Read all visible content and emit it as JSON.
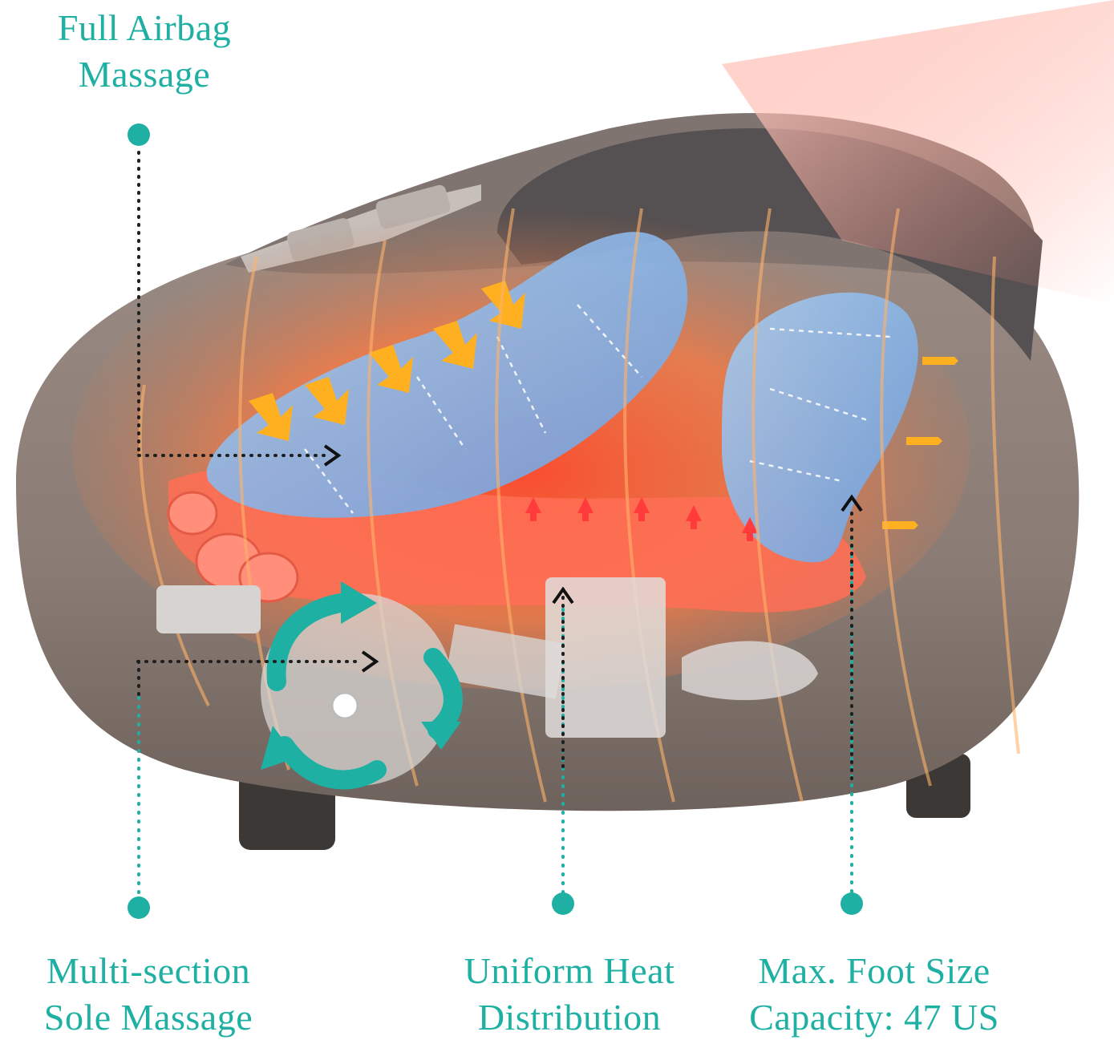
{
  "labels": {
    "airbag": [
      "Full Airbag",
      "Massage"
    ],
    "sole": [
      "Multi-section",
      "Sole Massage"
    ],
    "heat": [
      "Uniform Heat",
      "Distribution"
    ],
    "size": [
      "Max. Foot Size",
      "Capacity: 47 US"
    ]
  },
  "colors": {
    "accent_teal": "#1fb0a4",
    "body_gray": "#8a7d76",
    "heat_orange": "#f26a3a",
    "airbag_blue": "#7fb3e8"
  },
  "icons": [
    "heat-arrow-icon",
    "rotation-arrow-icon",
    "pointer-arrow-icon"
  ]
}
